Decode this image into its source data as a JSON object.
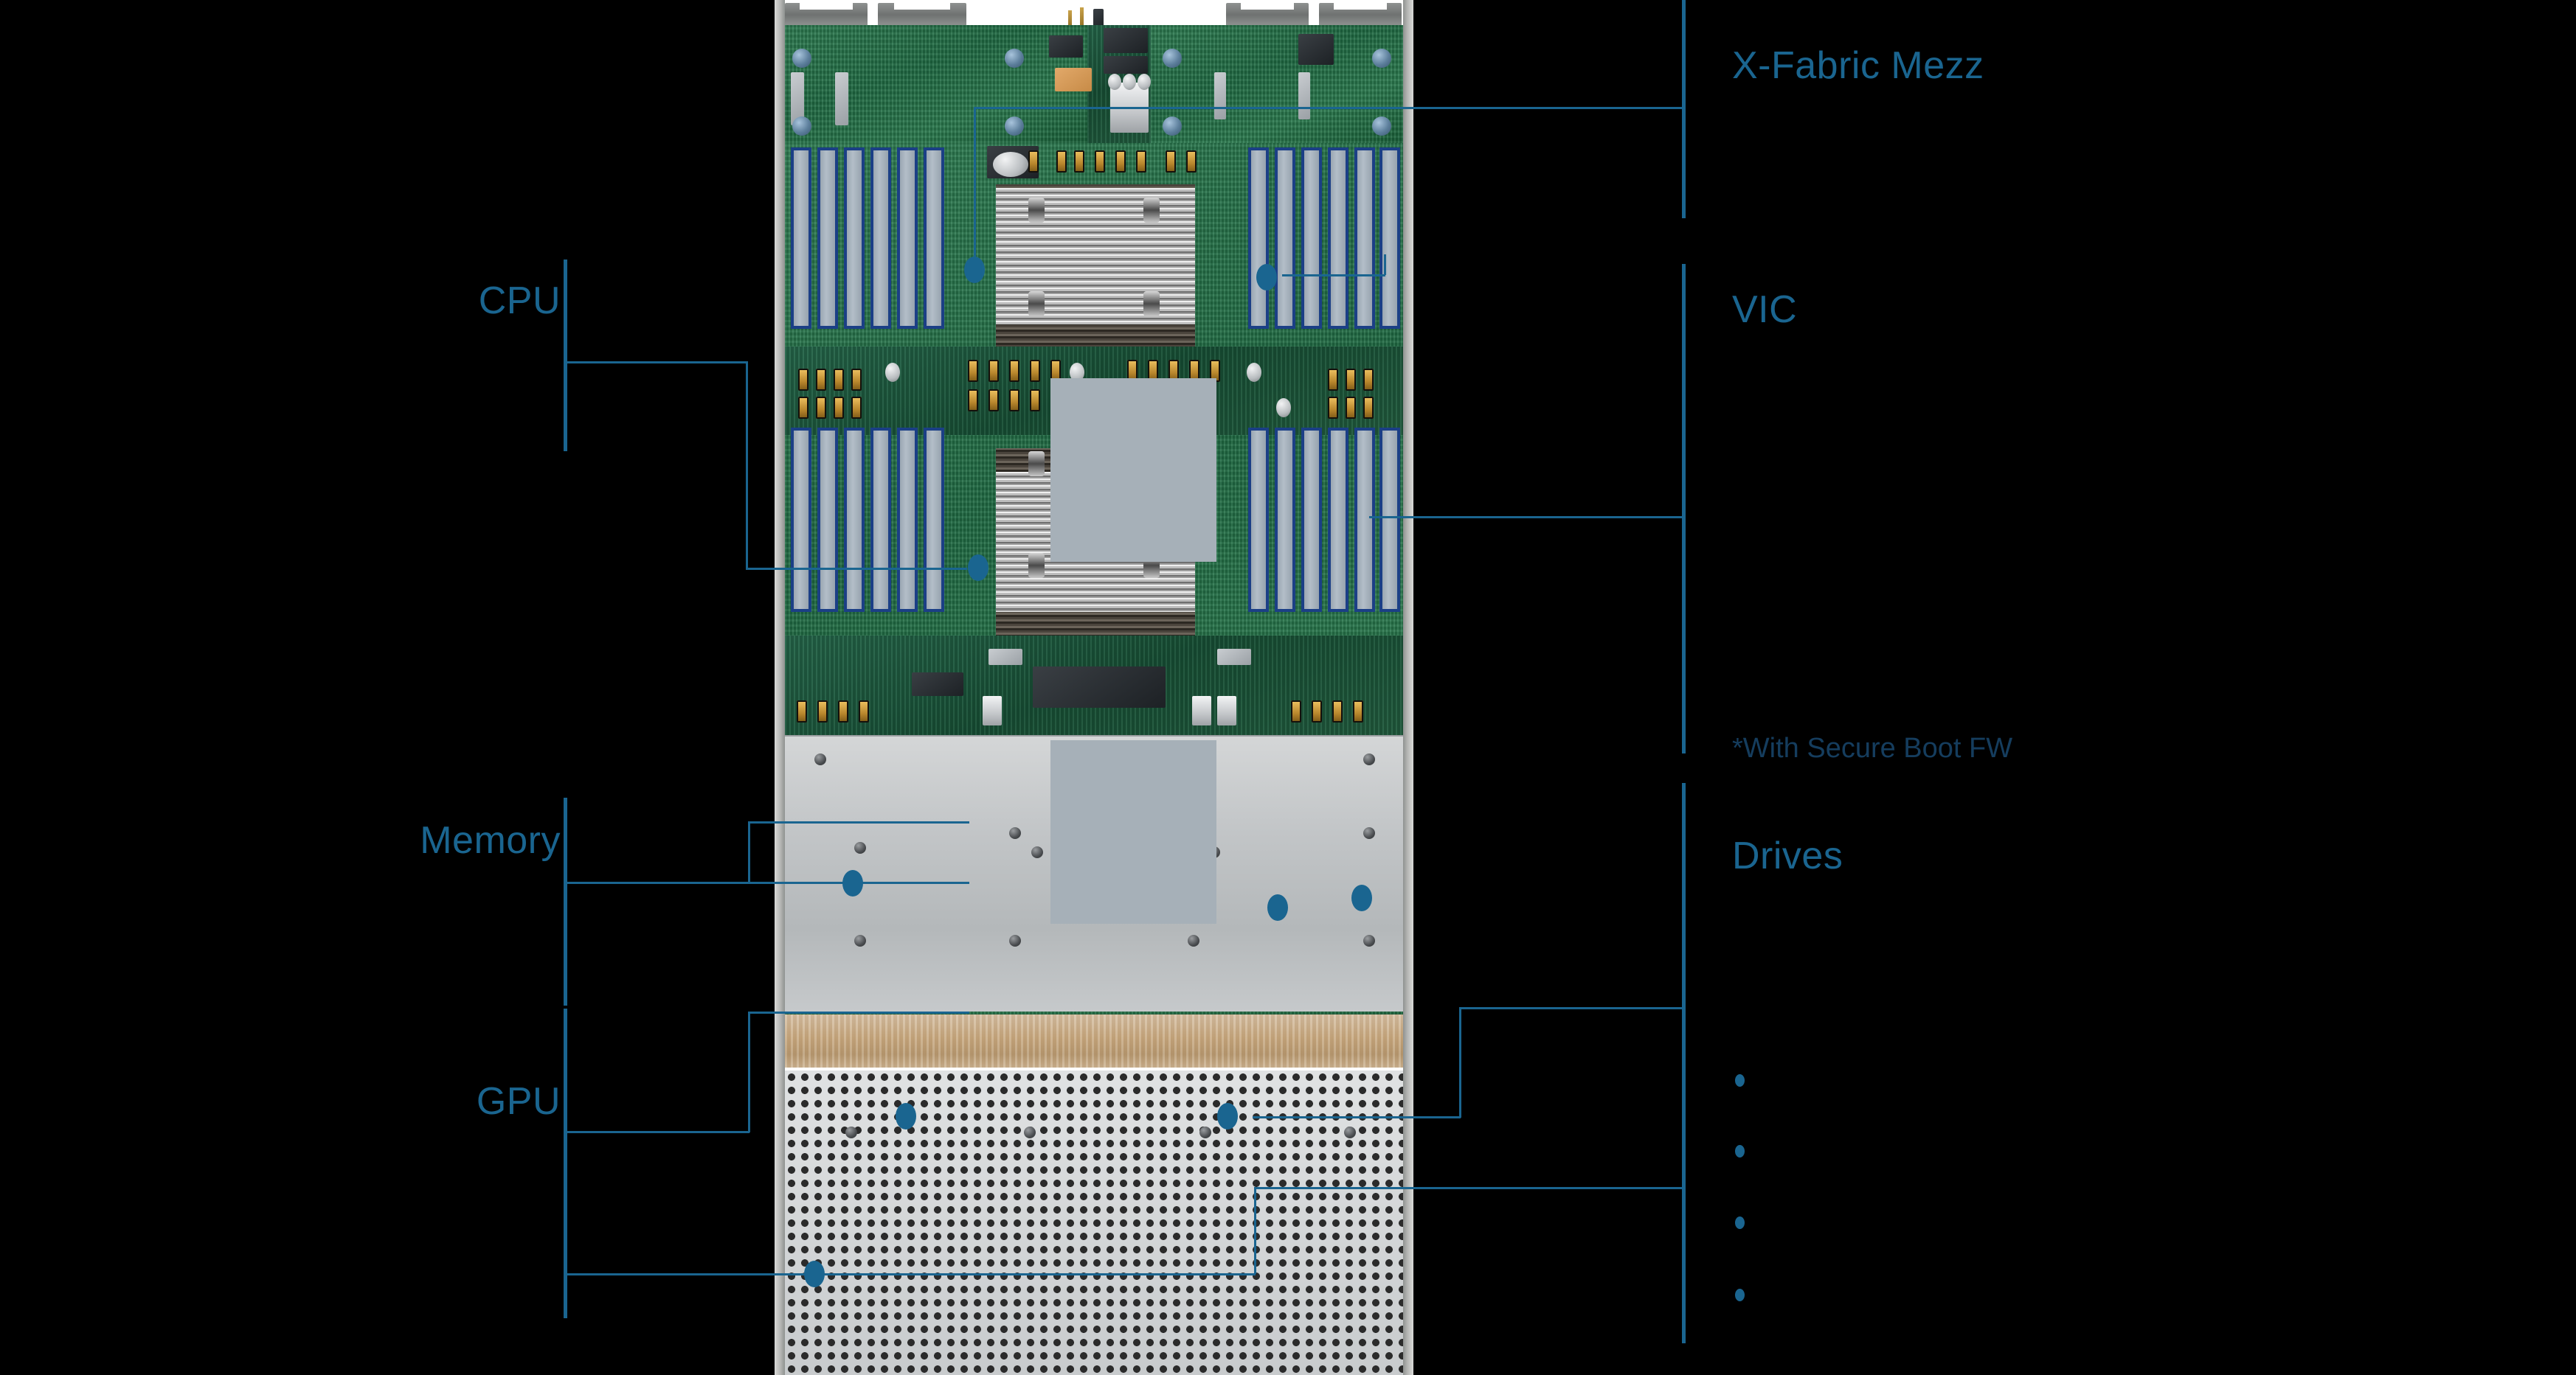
{
  "diagram": {
    "title_bg_color": "#000000",
    "accent_color": "#1a6590",
    "note_color": "#153d5e"
  },
  "left_labels": [
    {
      "id": "cpu",
      "text": "CPU"
    },
    {
      "id": "memory",
      "text": "Memory"
    },
    {
      "id": "gpu",
      "text": "GPU"
    }
  ],
  "right_labels": [
    {
      "id": "xfabric",
      "text": "X-Fabric Mezz"
    },
    {
      "id": "vic",
      "text": "VIC"
    },
    {
      "id": "drives",
      "text": "Drives"
    }
  ],
  "right_notes": [
    {
      "id": "secure-boot",
      "text": "*With Secure Boot FW"
    }
  ],
  "drive_bullets": [
    {
      "id": "bullet-1",
      "text": ""
    },
    {
      "id": "bullet-2",
      "text": ""
    },
    {
      "id": "bullet-3",
      "text": ""
    },
    {
      "id": "bullet-4",
      "text": ""
    }
  ],
  "callouts": [
    {
      "id": "callout-xfabric-left",
      "target": "mezzanine-left"
    },
    {
      "id": "callout-xfabric-right",
      "target": "mezzanine-right"
    },
    {
      "id": "callout-cpu",
      "target": "cpu-socket-1"
    },
    {
      "id": "callout-vic",
      "target": "vic-card"
    },
    {
      "id": "callout-memory-upper",
      "target": "dimm-bank-left"
    },
    {
      "id": "callout-memory-lower",
      "target": "dimm-bank-right"
    },
    {
      "id": "callout-gpu-left",
      "target": "gpu-sled"
    },
    {
      "id": "callout-gpu-right",
      "target": "gpu-sled-right"
    },
    {
      "id": "callout-drives",
      "target": "drive-bay"
    }
  ]
}
